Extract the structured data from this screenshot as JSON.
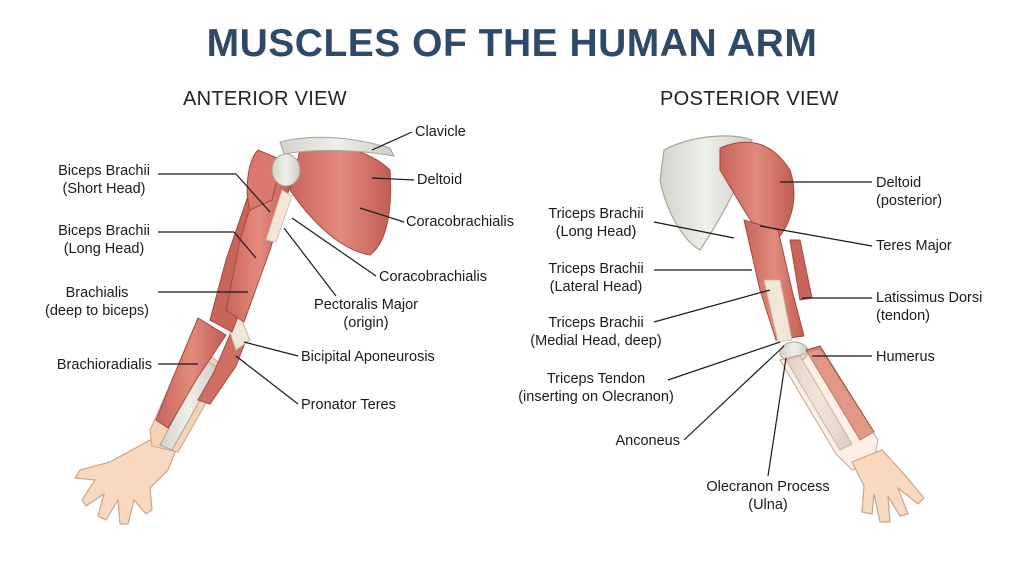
{
  "title": "MUSCLES OF THE HUMAN ARM",
  "anterior": {
    "title": "ANTERIOR VIEW",
    "labels": {
      "clavicle": "Clavicle",
      "deltoid": "Deltoid",
      "coracobrachialis_1": "Coracobrachialis",
      "coracobrachialis_2": "Coracobrachialis",
      "biceps_short_1": "Biceps Brachii",
      "biceps_short_2": "(Short Head)",
      "biceps_long_1": "Biceps Brachii",
      "biceps_long_2": "(Long Head)",
      "brachialis_1": "Brachialis",
      "brachialis_2": "(deep to biceps)",
      "pectoralis_1": "Pectoralis Major",
      "pectoralis_2": "(origin)",
      "brachioradialis": "Brachioradialis",
      "bicipital_aponeurosis": "Bicipital Aponeurosis",
      "pronator_teres": "Pronator Teres"
    }
  },
  "posterior": {
    "title": "POSTERIOR VIEW",
    "labels": {
      "deltoid_1": "Deltoid",
      "deltoid_2": "(posterior)",
      "teres_major": "Teres Major",
      "latissimus_1": "Latissimus Dorsi",
      "latissimus_2": "(tendon)",
      "humerus": "Humerus",
      "triceps_long_1": "Triceps Brachii",
      "triceps_long_2": "(Long Head)",
      "triceps_lateral_1": "Triceps Brachii",
      "triceps_lateral_2": "(Lateral Head)",
      "triceps_medial_1": "Triceps Brachii",
      "triceps_medial_2": "(Medial Head, deep)",
      "triceps_tendon_1": "Triceps Tendon",
      "triceps_tendon_2": "(inserting on Olecranon)",
      "anconeus": "Anconeus",
      "olecranon_1": "Olecranon Process",
      "olecranon_2": "(Ulna)"
    }
  },
  "colors": {
    "title": "#2f4a68",
    "muscle": "#d9786c",
    "muscle_dark": "#b85a50",
    "bone": "#e8e6e0",
    "skin": "#f8d9c0",
    "tendon": "#f2e6d8"
  }
}
